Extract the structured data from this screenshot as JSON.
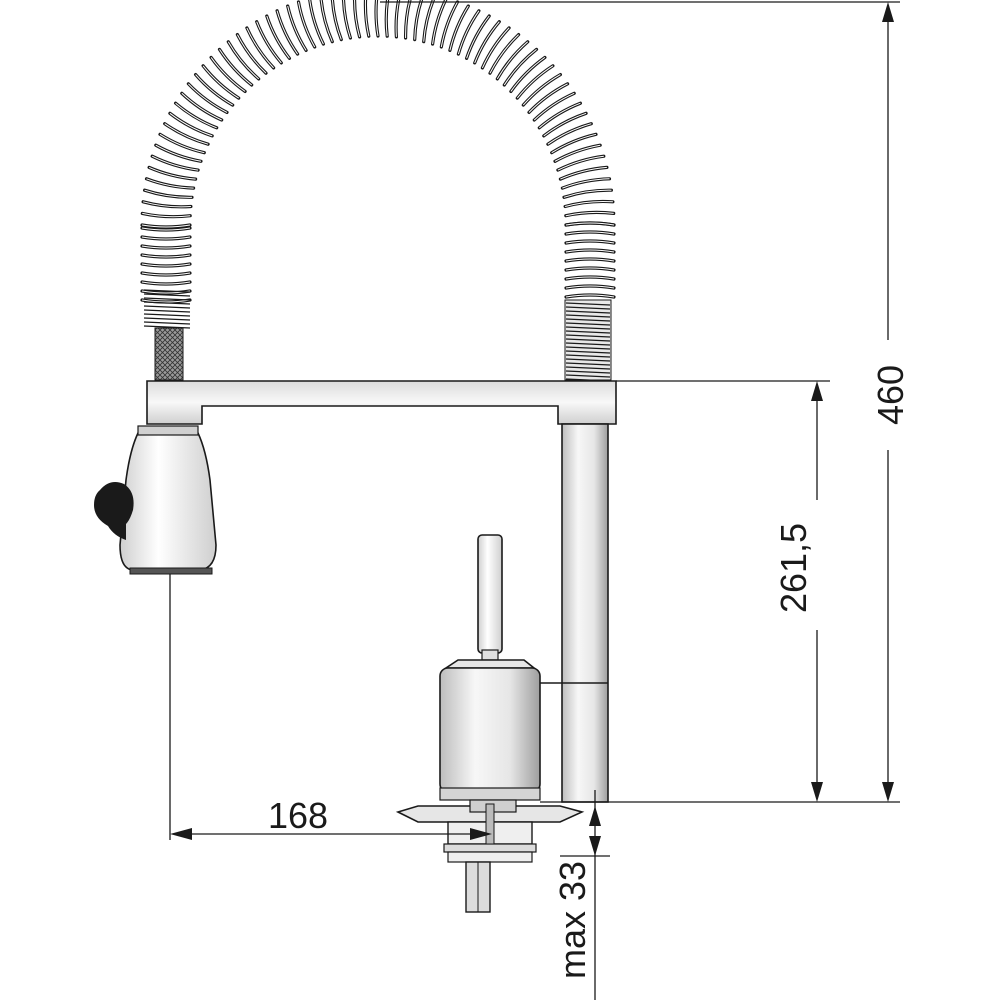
{
  "drawing": {
    "dimensions": {
      "total_height_label": "460",
      "spout_height_label": "261,5",
      "reach_label": "168",
      "max_thickness_label": "max 33"
    },
    "colors": {
      "line": "#1a1a1a",
      "body_light": "#f2f2f2",
      "body_mid": "#d9d9d9",
      "knob_dark": "#1a1a1a"
    }
  }
}
